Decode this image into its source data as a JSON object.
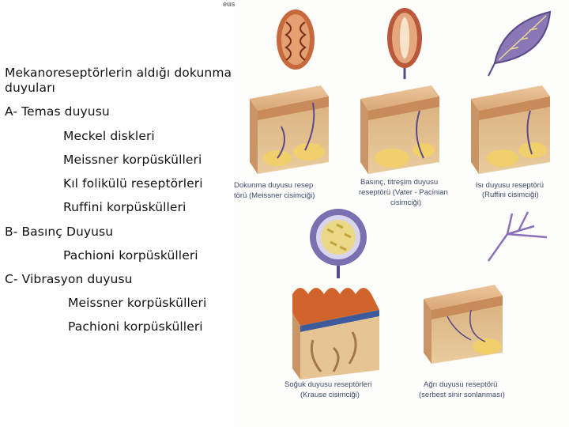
{
  "text": {
    "heading": "Mekanoreseptörlerin aldığı dokunma duyuları",
    "items": [
      {
        "label": "A- Temas duyusu",
        "level": 1
      },
      {
        "label": "Meckel diskleri",
        "level": 2
      },
      {
        "label": "Meissner korpüskülleri",
        "level": 2
      },
      {
        "label": "Kıl folikülü reseptörleri",
        "level": 2
      },
      {
        "label": "Ruffini korpüskülleri",
        "level": 2
      },
      {
        "label": "B- Basınç  Duyusu",
        "level": 1
      },
      {
        "label": "Pachioni korpüskülleri",
        "level": 2
      },
      {
        "label": "C- Vibrasyon duyusu",
        "level": 1
      },
      {
        "label": "Meissner korpüskülleri",
        "level": 2
      },
      {
        "label": "Pachioni korpüskülleri",
        "level": 2
      }
    ]
  },
  "figure": {
    "corner_label": "eus",
    "captions": {
      "touch_line1": "Dokunma duyusu resep",
      "touch_line2": "törü (Meissner cisimciği)",
      "pressure_line1": "Basınç, titreşim duyusu",
      "pressure_line2": "reseptörü (Vater - Pacinian",
      "pressure_line3": "cisimciği)",
      "heat_line1": "Isı duyusu reseptörü",
      "heat_line2": "(Ruffini cisimciği)",
      "cold_line1": "Soğuk duyusu reseptörleri",
      "cold_line2": "(Krause cisimciği)",
      "pain_line1": "Ağrı duyusu reseptörü",
      "pain_line2": "(serbest sinir sonlanması)"
    }
  },
  "colors": {
    "skin_top": "#e7b98f",
    "skin_side": "#dcb17e",
    "dermis": "#e6c494",
    "fat": "#f1cf6a",
    "nerve": "#5a4a8a",
    "capsule": "#c0643a",
    "cold_top": "#d0642a"
  }
}
